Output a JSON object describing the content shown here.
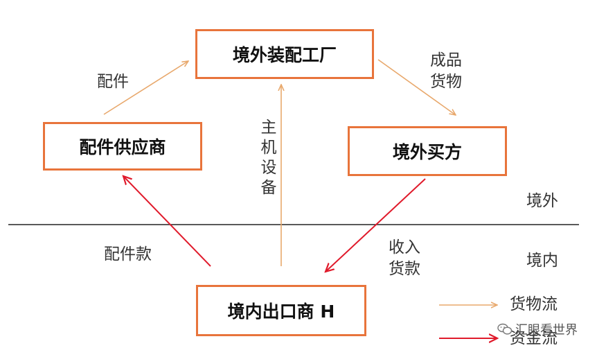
{
  "nodes": {
    "assembly_factory": "境外装配工厂",
    "parts_supplier": "配件供应商",
    "overseas_buyer": "境外买方",
    "domestic_exporter": "境内出口商 H"
  },
  "edge_labels": {
    "parts": "配件",
    "finished_goods": "成品货物",
    "main_equipment": "主机设备",
    "parts_payment": "配件款",
    "payment_received": "收入货款"
  },
  "regions": {
    "overseas": "境外",
    "domestic": "境内"
  },
  "legend": {
    "goods_flow": "货物流",
    "money_flow": "资金流"
  },
  "colors": {
    "goods_flow": "#e8a86c",
    "money_flow": "#e01a2b",
    "box_border": "#e8743b"
  },
  "watermark": "汇眼看世界"
}
